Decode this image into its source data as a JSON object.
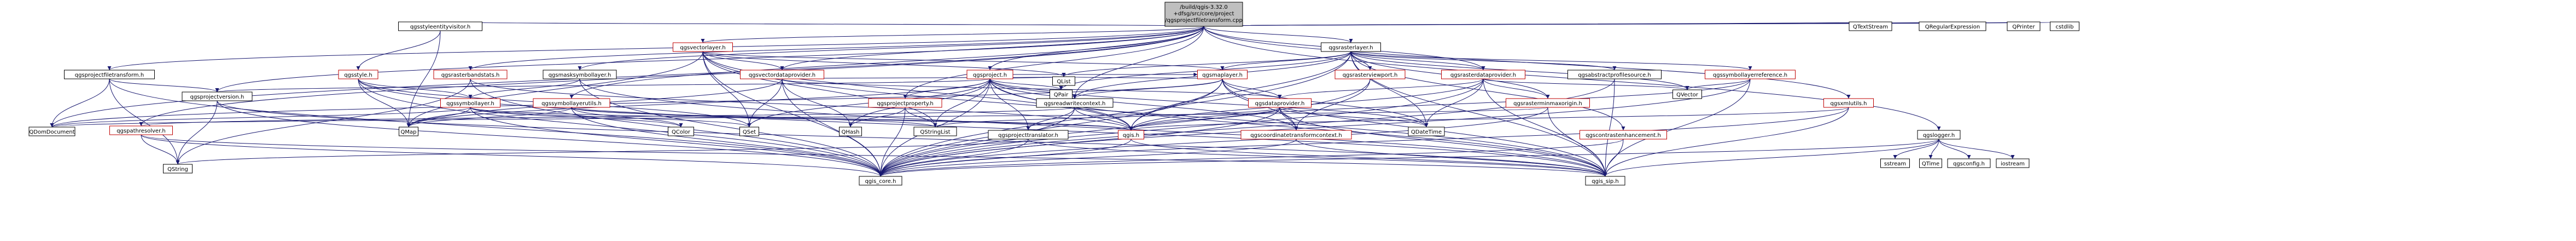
{
  "root": {
    "label_lines": [
      "/build/qgis-3.32.0",
      "+dfsg/src/core/project",
      "/qgsprojectfiletransform.cpp"
    ]
  },
  "nodes": [
    {
      "id": "qgsstyleentityvisitor",
      "label": "qgsstyleentityvisitor.h",
      "linked": false
    },
    {
      "id": "qgsvectorlayer",
      "label": "qgsvectorlayer.h",
      "linked": true
    },
    {
      "id": "qgsrasterlayer",
      "label": "qgsrasterlayer.h",
      "linked": false
    },
    {
      "id": "qgsprojectfiletransform",
      "label": "qgsprojectfiletransform.h",
      "linked": false
    },
    {
      "id": "qgsstyle",
      "label": "qgsstyle.h",
      "linked": true
    },
    {
      "id": "qgsrasterbandstats",
      "label": "qgsrasterbandstats.h",
      "linked": true
    },
    {
      "id": "qgsmasksymbollayer",
      "label": "qgsmasksymbollayer.h",
      "linked": false
    },
    {
      "id": "qgsproject",
      "label": "qgsproject.h",
      "linked": true
    },
    {
      "id": "qgsvectordataprovider",
      "label": "qgsvectordataprovider.h",
      "linked": true
    },
    {
      "id": "qgsmaplayer",
      "label": "qgsmaplayer.h",
      "linked": true
    },
    {
      "id": "qgsrasterviewport",
      "label": "qgsrasterviewport.h",
      "linked": true
    },
    {
      "id": "qgsrasterdataprovider",
      "label": "qgsrasterdataprovider.h",
      "linked": true
    },
    {
      "id": "qgsabstractprofilesource",
      "label": "qgsabstractprofilesource.h",
      "linked": false
    },
    {
      "id": "qgssymbollayerreference",
      "label": "qgssymbollayerreference.h",
      "linked": true
    },
    {
      "id": "qgsprojectversion",
      "label": "qgsprojectversion.h",
      "linked": false
    },
    {
      "id": "qgssymbollayer",
      "label": "qgssymbollayer.h",
      "linked": true
    },
    {
      "id": "qgssymbollayerutils",
      "label": "qgssymbollayerutils.h",
      "linked": true
    },
    {
      "id": "qgsprojectproperty",
      "label": "qgsprojectproperty.h",
      "linked": true
    },
    {
      "id": "qgsreadwritecontext",
      "label": "qgsreadwritecontext.h",
      "linked": false
    },
    {
      "id": "qgsdataprovider",
      "label": "qgsdataprovider.h",
      "linked": true
    },
    {
      "id": "qgsrasterminmaxorigin",
      "label": "qgsrasterminmaxorigin.h",
      "linked": true
    },
    {
      "id": "qgsxmlutils",
      "label": "qgsxmlutils.h",
      "linked": true
    },
    {
      "id": "qgspathresolver",
      "label": "qgspathresolver.h",
      "linked": true
    },
    {
      "id": "qgsprojecttranslator",
      "label": "qgsprojecttranslator.h",
      "linked": false
    },
    {
      "id": "qgis",
      "label": "qgis.h",
      "linked": true
    },
    {
      "id": "qgscoordinatetransformcontext",
      "label": "qgscoordinatetransformcontext.h",
      "linked": true
    },
    {
      "id": "qgscontrastenhancement",
      "label": "qgscontrastenhancement.h",
      "linked": true
    },
    {
      "id": "qgslogger",
      "label": "qgslogger.h",
      "linked": false
    },
    {
      "id": "QDomDocument",
      "label": "QDomDocument",
      "linked": false
    },
    {
      "id": "QMap",
      "label": "QMap",
      "linked": false
    },
    {
      "id": "QColor",
      "label": "QColor",
      "linked": false
    },
    {
      "id": "QSet",
      "label": "QSet",
      "linked": false
    },
    {
      "id": "QHash",
      "label": "QHash",
      "linked": false
    },
    {
      "id": "QStringList",
      "label": "QStringList",
      "linked": false
    },
    {
      "id": "QPair",
      "label": "QPair",
      "linked": false
    },
    {
      "id": "QList",
      "label": "QList",
      "linked": false
    },
    {
      "id": "QVector",
      "label": "QVector",
      "linked": false
    },
    {
      "id": "QDateTime",
      "label": "QDateTime",
      "linked": false
    },
    {
      "id": "QString",
      "label": "QString",
      "linked": false
    },
    {
      "id": "qgis_core",
      "label": "qgis_core.h",
      "linked": false
    },
    {
      "id": "qgis_sip",
      "label": "qgis_sip.h",
      "linked": false
    },
    {
      "id": "QTextStream",
      "label": "QTextStream",
      "linked": false
    },
    {
      "id": "QRegularExpression",
      "label": "QRegularExpression",
      "linked": false
    },
    {
      "id": "QPrinter",
      "label": "QPrinter",
      "linked": false
    },
    {
      "id": "cstdlib",
      "label": "cstdlib",
      "linked": false
    },
    {
      "id": "sstream",
      "label": "sstream",
      "linked": false
    },
    {
      "id": "QTime",
      "label": "QTime",
      "linked": false
    },
    {
      "id": "qgsconfig",
      "label": "qgsconfig.h",
      "linked": false
    },
    {
      "id": "iostream",
      "label": "iostream",
      "linked": false
    }
  ],
  "edges": [
    [
      "root",
      "qgsstyleentityvisitor"
    ],
    [
      "root",
      "qgsvectorlayer"
    ],
    [
      "root",
      "qgsrasterlayer"
    ],
    [
      "root",
      "qgsprojectfiletransform"
    ],
    [
      "root",
      "qgsmasksymbollayer"
    ],
    [
      "root",
      "qgsproject"
    ],
    [
      "root",
      "qgsvectordataprovider"
    ],
    [
      "root",
      "qgsrasterdataprovider"
    ],
    [
      "root",
      "qgsprojectversion"
    ],
    [
      "root",
      "qgssymbollayerutils"
    ],
    [
      "root",
      "qgsprojectproperty"
    ],
    [
      "root",
      "qgsreadwritecontext"
    ],
    [
      "root",
      "qgspathresolver"
    ],
    [
      "root",
      "qgsxmlutils"
    ],
    [
      "root",
      "qgslogger"
    ],
    [
      "root",
      "QTextStream"
    ],
    [
      "root",
      "QRegularExpression"
    ],
    [
      "root",
      "QPrinter"
    ],
    [
      "root",
      "cstdlib"
    ],
    [
      "root",
      "QDomDocument"
    ],
    [
      "root",
      "qgsrasterbandstats"
    ],
    [
      "qgsstyleentityvisitor",
      "qgsstyle"
    ],
    [
      "qgsstyleentityvisitor",
      "QMap"
    ],
    [
      "qgsstyle",
      "qgssymbollayer"
    ],
    [
      "qgsstyle",
      "QMap"
    ],
    [
      "qgsstyle",
      "qgis_core"
    ],
    [
      "qgsstyle",
      "qgis_sip"
    ],
    [
      "qgsstyle",
      "QSet"
    ],
    [
      "qgsprojectfiletransform",
      "qgsprojectversion"
    ],
    [
      "qgsprojectfiletransform",
      "QDomDocument"
    ],
    [
      "qgsprojectfiletransform",
      "QString"
    ],
    [
      "qgsprojectfiletransform",
      "qgis_core"
    ],
    [
      "qgsprojectversion",
      "QString"
    ],
    [
      "qgsprojectversion",
      "qgis_core"
    ],
    [
      "qgsprojectversion",
      "qgis_sip"
    ],
    [
      "qgsrasterbandstats",
      "qgis_core"
    ],
    [
      "qgsrasterbandstats",
      "qgis"
    ],
    [
      "qgsrasterbandstats",
      "QString"
    ],
    [
      "qgsmasksymbollayer",
      "qgssymbollayer"
    ],
    [
      "qgsmasksymbollayer",
      "qgis_core"
    ],
    [
      "qgsmasksymbollayer",
      "qgis_sip"
    ],
    [
      "qgssymbollayer",
      "qgis_core"
    ],
    [
      "qgssymbollayer",
      "qgis"
    ],
    [
      "qgssymbollayer",
      "QMap"
    ],
    [
      "qgssymbollayer",
      "QColor"
    ],
    [
      "qgssymbollayer",
      "QSet"
    ],
    [
      "qgssymbollayer",
      "QDomDocument"
    ],
    [
      "qgssymbollayerutils",
      "qgis_core"
    ],
    [
      "qgssymbollayerutils",
      "qgis"
    ],
    [
      "qgssymbollayerutils",
      "QMap"
    ],
    [
      "qgssymbollayerutils",
      "QColor"
    ],
    [
      "qgssymbollayerutils",
      "QStringList"
    ],
    [
      "qgsvectorlayer",
      "qgsmaplayer"
    ],
    [
      "qgsvectorlayer",
      "qgsvectordataprovider"
    ],
    [
      "qgsvectorlayer",
      "qgis_core"
    ],
    [
      "qgsvectorlayer",
      "qgis_sip"
    ],
    [
      "qgsvectorlayer",
      "QMap"
    ],
    [
      "qgsvectorlayer",
      "QSet"
    ],
    [
      "qgsvectorlayer",
      "QList"
    ],
    [
      "qgsvectorlayer",
      "QStringList"
    ],
    [
      "qgsvectorlayer",
      "qgis"
    ],
    [
      "qgsvectordataprovider",
      "qgsdataprovider"
    ],
    [
      "qgsvectordataprovider",
      "qgis_core"
    ],
    [
      "qgsvectordataprovider",
      "QSet"
    ],
    [
      "qgsvectordataprovider",
      "QMap"
    ],
    [
      "qgsvectordataprovider",
      "QHash"
    ],
    [
      "qgsvectordataprovider",
      "QList"
    ],
    [
      "qgsproject",
      "qgsprojectproperty"
    ],
    [
      "qgsproject",
      "qgsreadwritecontext"
    ],
    [
      "qgsproject",
      "qgsprojecttranslator"
    ],
    [
      "qgsproject",
      "qgsmaplayer"
    ],
    [
      "qgsproject",
      "qgis"
    ],
    [
      "qgsproject",
      "qgis_core"
    ],
    [
      "qgsproject",
      "qgis_sip"
    ],
    [
      "qgsproject",
      "QList"
    ],
    [
      "qgsproject",
      "QPair"
    ],
    [
      "qgsproject",
      "QHash"
    ],
    [
      "qgsproject",
      "QSet"
    ],
    [
      "qgsproject",
      "QStringList"
    ],
    [
      "qgsproject",
      "QMap"
    ],
    [
      "qgsproject",
      "qgscoordinatetransformcontext"
    ],
    [
      "qgsproject",
      "qgsprojectversion"
    ],
    [
      "qgsproject",
      "QDateTime"
    ],
    [
      "qgsprojectproperty",
      "QHash"
    ],
    [
      "qgsprojectproperty",
      "qgis_core"
    ],
    [
      "qgsprojectproperty",
      "QStringList"
    ],
    [
      "qgsreadwritecontext",
      "qgspathresolver"
    ],
    [
      "qgsreadwritecontext",
      "qgsprojecttranslator"
    ],
    [
      "qgsreadwritecontext",
      "qgis_core"
    ],
    [
      "qgsreadwritecontext",
      "qgis"
    ],
    [
      "qgsprojecttranslator",
      "QString"
    ],
    [
      "qgsprojecttranslator",
      "qgis_core"
    ],
    [
      "qgsprojecttranslator",
      "qgis_sip"
    ],
    [
      "qgsmaplayer",
      "qgsdataprovider"
    ],
    [
      "qgsmaplayer",
      "qgscoordinatetransformcontext"
    ],
    [
      "qgsmaplayer",
      "qgis_core"
    ],
    [
      "qgsmaplayer",
      "qgis_sip"
    ],
    [
      "qgsmaplayer",
      "qgis"
    ],
    [
      "qgsmaplayer",
      "QDateTime"
    ],
    [
      "qgsmaplayer",
      "QList"
    ],
    [
      "qgsmaplayer",
      "qgsreadwritecontext"
    ],
    [
      "qgsmaplayer",
      "QDomDocument"
    ],
    [
      "qgsdataprovider",
      "qgscoordinatetransformcontext"
    ],
    [
      "qgsdataprovider",
      "qgis_core"
    ],
    [
      "qgsdataprovider",
      "qgis_sip"
    ],
    [
      "qgsdataprovider",
      "QDateTime"
    ],
    [
      "qgsdataprovider",
      "QStringList"
    ],
    [
      "qgsdataprovider",
      "qgis"
    ],
    [
      "qgscoordinatetransformcontext",
      "qgis_core"
    ],
    [
      "qgscoordinatetransformcontext",
      "qgis_sip"
    ],
    [
      "qgspathresolver",
      "qgis_core"
    ],
    [
      "qgspathresolver",
      "QString"
    ],
    [
      "qgspathresolver",
      "qgis_sip"
    ],
    [
      "qgis",
      "qgis_core"
    ],
    [
      "qgis",
      "qgis_sip"
    ],
    [
      "qgsrasterlayer",
      "qgsmaplayer"
    ],
    [
      "qgsrasterlayer",
      "qgsrasterviewport"
    ],
    [
      "qgsrasterlayer",
      "qgsrasterdataprovider"
    ],
    [
      "qgsrasterlayer",
      "qgsabstractprofilesource"
    ],
    [
      "qgsrasterlayer",
      "qgssymbollayerreference"
    ],
    [
      "qgsrasterlayer",
      "qgsrasterminmaxorigin"
    ],
    [
      "qgsrasterlayer",
      "qgscontrastenhancement"
    ],
    [
      "qgsrasterlayer",
      "qgis_core"
    ],
    [
      "qgsrasterlayer",
      "qgis_sip"
    ],
    [
      "qgsrasterlayer",
      "QList"
    ],
    [
      "qgsrasterlayer",
      "QPair"
    ],
    [
      "qgsrasterlayer",
      "QVector"
    ],
    [
      "qgsrasterlayer",
      "QDateTime"
    ],
    [
      "qgsrasterlayer",
      "qgsreadwritecontext"
    ],
    [
      "qgsrasterlayer",
      "qgis"
    ],
    [
      "qgsrasterviewport",
      "qgis_core"
    ],
    [
      "qgsrasterviewport",
      "qgscoordinatetransformcontext"
    ],
    [
      "qgsrasterdataprovider",
      "qgsdataprovider"
    ],
    [
      "qgsrasterdataprovider",
      "qgis_core"
    ],
    [
      "qgsrasterdataprovider",
      "qgis_sip"
    ],
    [
      "qgsrasterdataprovider",
      "QDateTime"
    ],
    [
      "qgsrasterdataprovider",
      "QVector"
    ],
    [
      "qgsrasterdataprovider",
      "qgsrasterminmaxorigin"
    ],
    [
      "qgsrasterdataprovider",
      "qgis"
    ],
    [
      "qgsabstractprofilesource",
      "qgis_core"
    ],
    [
      "qgsabstractprofilesource",
      "qgis_sip"
    ],
    [
      "qgssymbollayerreference",
      "qgis_core"
    ],
    [
      "qgssymbollayerreference",
      "qgis_sip"
    ],
    [
      "qgssymbollayerreference",
      "QVector"
    ],
    [
      "qgssymbollayerreference",
      "qgis"
    ],
    [
      "qgsrasterminmaxorigin",
      "qgis_core"
    ],
    [
      "qgsrasterminmaxorigin",
      "qgis_sip"
    ],
    [
      "qgsrasterminmaxorigin",
      "QDomDocument"
    ],
    [
      "qgscontrastenhancement",
      "qgis_core"
    ],
    [
      "qgscontrastenhancement",
      "qgis_sip"
    ],
    [
      "qgsxmlutils",
      "qgis_core"
    ],
    [
      "qgsxmlutils",
      "qgis"
    ],
    [
      "qgsxmlutils",
      "qgis_sip"
    ],
    [
      "qgslogger",
      "sstream"
    ],
    [
      "qgslogger",
      "QTime"
    ],
    [
      "qgslogger",
      "qgsconfig"
    ],
    [
      "qgslogger",
      "iostream"
    ],
    [
      "qgslogger",
      "qgis_core"
    ],
    [
      "qgslogger",
      "qgis_sip"
    ]
  ],
  "colors": {
    "root_fill": "#bfbfbf",
    "node_border": "#000000",
    "linked_border": "#bf0000",
    "edge": "#191970"
  }
}
